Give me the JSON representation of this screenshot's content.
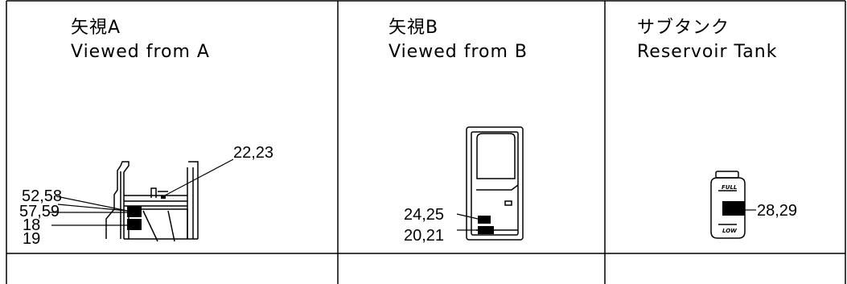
{
  "panels": [
    {
      "title_jp": "矢視A",
      "title_en": "Viewed from A",
      "labels": [
        "52,58",
        "57,59",
        "18",
        "19",
        "22,23"
      ]
    },
    {
      "title_jp": "矢視B",
      "title_en": "Viewed from B",
      "labels": [
        "24,25",
        "20,21"
      ]
    },
    {
      "title_jp": "サブタンク",
      "title_en": "Reservoir Tank",
      "labels": [
        "28,29"
      ],
      "tank_marks": [
        "FULL",
        "LOW"
      ]
    }
  ]
}
